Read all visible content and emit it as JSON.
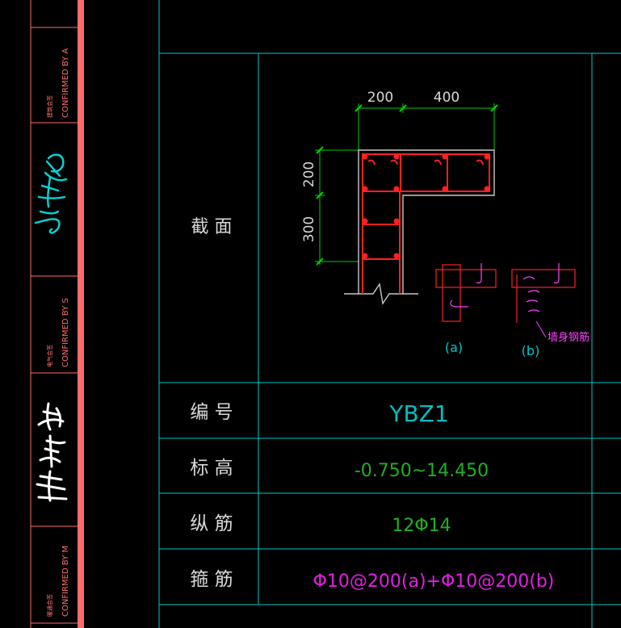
{
  "colors": {
    "background": "#000000",
    "frame_line": "#00c8c8",
    "title_strip": "#ff6a6a",
    "strip_text": "#ff7070",
    "label_text": "#d8d8d8",
    "dimension": "#00d000",
    "rebar": "#ff2020",
    "outline": "#c8c8c8",
    "detail_label": "#00c8c8",
    "wall_note": "#ff40ff",
    "id_text": "#00c0c0",
    "elev_text": "#20b020",
    "long_bar_text": "#20b020",
    "stirrup_text": "#e020e0",
    "sig_cyan": "#00d8d8",
    "sig_white": "#ffffff"
  },
  "title_strip": {
    "confirm_a": "CONFIRMED BY A",
    "confirm_s": "CONFIRMED BY S",
    "confirm_m": "CONFIRMED BY M",
    "role_a": "建筑会签",
    "role_s": "电气会签",
    "role_m": "暖通会签"
  },
  "section": {
    "label": "截 面",
    "dim_top_left": "200",
    "dim_top_right": "400",
    "dim_side_top": "200",
    "dim_side_bottom": "300",
    "detail_a": "(a)",
    "detail_b": "(b)",
    "wall_rebar_note": "墙身钢筋"
  },
  "rows": [
    {
      "label": "编 号",
      "value": "YBZ1",
      "color_key": "id_text"
    },
    {
      "label": "标 高",
      "value": "-0.750~14.450",
      "color_key": "elev_text"
    },
    {
      "label": "纵 筋",
      "value": "12Φ14",
      "color_key": "long_bar_text"
    },
    {
      "label": "箍 筋",
      "value": "Φ10@200(a)+Φ10@200(b)",
      "color_key": "stirrup_text"
    }
  ]
}
